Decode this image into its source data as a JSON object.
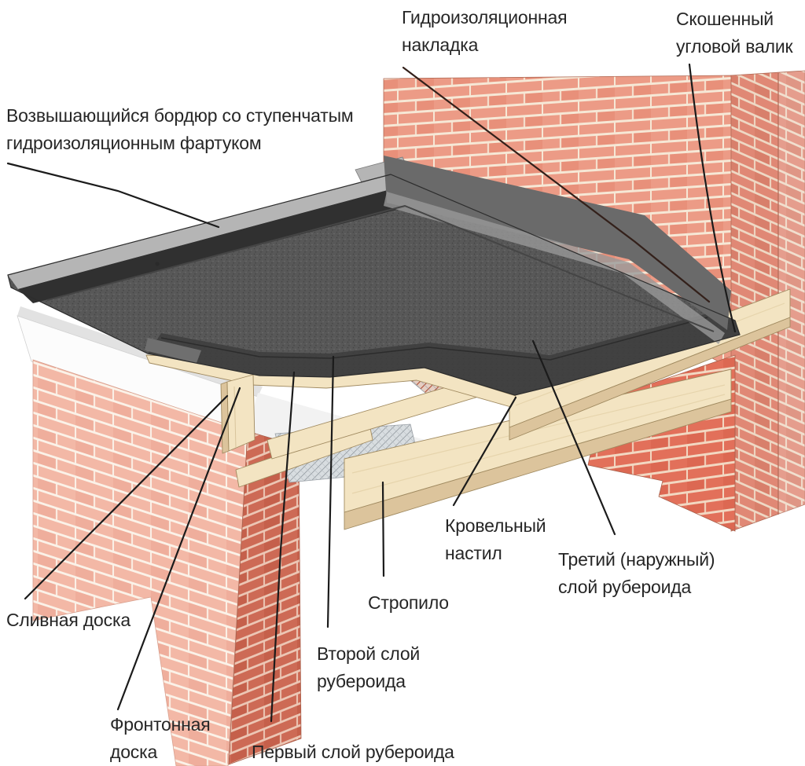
{
  "diagram": {
    "labels": [
      {
        "id": "waterproof-overlay",
        "text": "Гидроизоляционная\nнакладка"
      },
      {
        "id": "beveled-corner-fillet",
        "text": "Скошенный\nугловой валик"
      },
      {
        "id": "raised-curb",
        "text": "Возвышающийся бордюр со ступенчатым\nгидроизоляционным фартуком"
      },
      {
        "id": "roof-deck",
        "text": "Кровельный\nнастил"
      },
      {
        "id": "third-ruberoid-layer",
        "text": "Третий (наружный)\nслой рубероида"
      },
      {
        "id": "rafter",
        "text": "Стропило"
      },
      {
        "id": "drain-board",
        "text": "Сливная доска"
      },
      {
        "id": "second-ruberoid-layer",
        "text": "Второй слой\nрубероида"
      },
      {
        "id": "gable-board",
        "text": "Фронтонная\nдоска"
      },
      {
        "id": "first-ruberoid-layer",
        "text": "Первый слой рубероида"
      }
    ],
    "palette": {
      "background": "#ffffff",
      "text": "#262626",
      "leader_line": "#1b1b1b",
      "brick_face": "#ec9b86",
      "brick_mortar": "#f6e8d6",
      "brick_side": "#e08875",
      "brick_side_mortar": "#eed8c4",
      "brick_lower": "#e2705a",
      "brick_lower_mortar": "#f2d8c2",
      "brick_pale": "#f3b8a6",
      "brick_pale_mortar": "#fbf2e8",
      "pillar_side": "#cd6a55",
      "pillar_side_mortar": "#ecc6b4",
      "roof_field": "#585858",
      "roof_front_band": "#3e3e3e",
      "curb_top": "#b5b5b5",
      "curb_shadow": "#303030",
      "apron": "#6a6a6a",
      "fillet": "#999999",
      "wood": "#f3e4c2",
      "wood_shadow": "#dcc49c",
      "wood_edge": "#a08a60",
      "fascia": "#fcfcfc",
      "coping": "#e2e2e2",
      "underdeck": "#f2f2f2",
      "mesh_panel": "#d8dde0",
      "mesh_brick": "#e6cec2"
    }
  }
}
